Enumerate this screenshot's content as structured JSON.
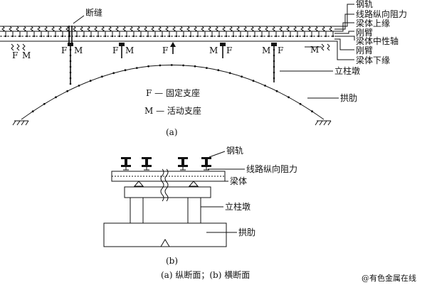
{
  "figure_a": {
    "top_labels": [
      "钢轨",
      "线路纵向阻力",
      "梁体上缘",
      "刚臂",
      "梁体中性轴",
      "刚臂",
      "梁体下缘"
    ],
    "gap_label": "断缝",
    "pier_label": "立柱墩",
    "rib_label": "拱肋",
    "legend_fixed": "F — 固定支座",
    "legend_movable": "M — 活动支座",
    "bearing_F": "F",
    "bearing_M": "M",
    "caption": "(a)"
  },
  "figure_b": {
    "rail_label": "钢轨",
    "resistance_label": "线路纵向阻力",
    "beam_label": "梁体",
    "pier_label": "立柱墩",
    "rib_label": "拱肋",
    "caption": "(b)"
  },
  "caption": "(a)  纵断面；(b)  横断面",
  "watermark": "@有色金属在线"
}
